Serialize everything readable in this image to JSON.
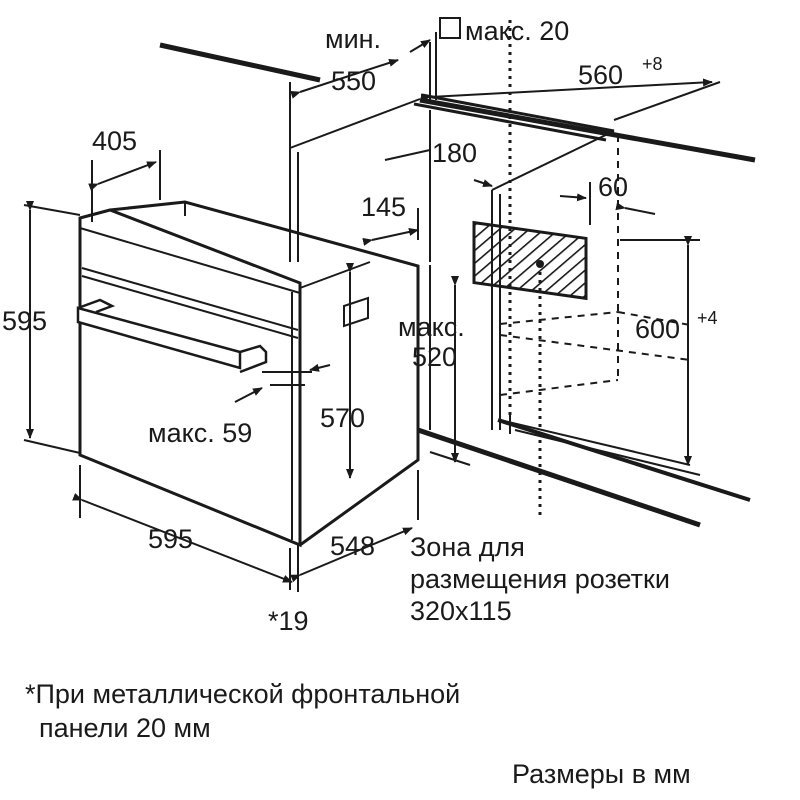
{
  "dims": {
    "min_label": "мин.",
    "depth_550": "550",
    "max20": "макс. 20",
    "width_560": "560",
    "width_560_tol": "+8",
    "w405": "405",
    "d180": "180",
    "d60": "60",
    "d145": "145",
    "h595_left": "595",
    "h600": "600",
    "h600_tol": "+4",
    "max_label_520": "макс.",
    "h520": "520",
    "max59": "макс. 59",
    "h570": "570",
    "w595_bottom": "595",
    "d548": "548",
    "star19": "*19"
  },
  "socket_zone": {
    "line1": "Зона для",
    "line2": "размещения розетки",
    "line3": "320x115"
  },
  "footnote": {
    "line1": "*При металлической фронтальной",
    "line2": "панели 20 мм"
  },
  "units_note": "Размеры в мм"
}
